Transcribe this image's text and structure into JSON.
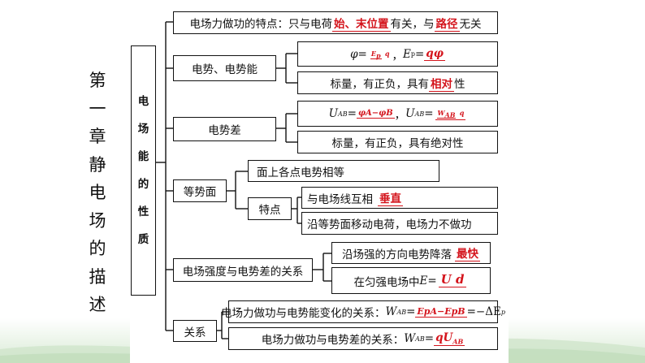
{
  "title_vertical": [
    "第",
    "一",
    "章",
    "静",
    "电",
    "场",
    "的",
    "描",
    "述"
  ],
  "root_label": [
    "电",
    "场",
    "能",
    "的",
    "性",
    "质"
  ],
  "work_feature": {
    "prefix": "电场力做功的特点：只与电荷",
    "blank1": "始、末位置",
    "mid": "有关，与",
    "blank2": "路径",
    "suffix": "无关"
  },
  "potential_energy": {
    "label": "电势、电势能",
    "formula": {
      "phi": "φ",
      "eq": "=",
      "num": "E",
      "num_sub": "p",
      "den": "q",
      "sep": "，",
      "ep": "E",
      "ep_sub": "p",
      "eq2": "=",
      "blank": "qφ"
    },
    "scalar": {
      "prefix": "标量，有正负，具有",
      "blank": "相对",
      "suffix": "性"
    }
  },
  "potential_diff": {
    "label": "电势差",
    "formula": {
      "u1": "U",
      "u1_sub": "AB",
      "eq": "=",
      "blank": "φA−φB",
      "sep": "，",
      "u2": "U",
      "u2_sub": "AB",
      "eq2": "=",
      "num": "W",
      "num_sub": "AB",
      "den": "q"
    },
    "scalar": "标量，有正负，具有绝对性"
  },
  "equipotential": {
    "label": "等势面",
    "item1": "面上各点电势相等",
    "features_label": "特点",
    "feature1": {
      "prefix": "与电场线互相",
      "blank": "垂直"
    },
    "feature2": "沿等势面移动电荷，电场力不做功"
  },
  "field_strength": {
    "label": "电场强度与电势差的关系",
    "item1": {
      "prefix": "沿场强的方向电势降落",
      "blank": "最快"
    },
    "item2": {
      "prefix": "在匀强电场中",
      "e": "E",
      "eq": "=",
      "num": "U",
      "den": "d"
    }
  },
  "relations": {
    "label": "关系",
    "item1": {
      "prefix": "电场力做功与电势能变化的关系：",
      "w": "W",
      "w_sub": "AB",
      "eq": "=",
      "blank": "EpA−EpB",
      "suffix": "=−ΔE",
      "suffix_sub": "p"
    },
    "item2": {
      "prefix": "电场力做功与电势差的关系：",
      "w": "W",
      "w_sub": "AB",
      "eq": "=",
      "blank": "qU",
      "blank_sub": "AB"
    }
  },
  "colors": {
    "accent": "#d4141c",
    "line": "#111111",
    "band": "#d9ebd6"
  }
}
